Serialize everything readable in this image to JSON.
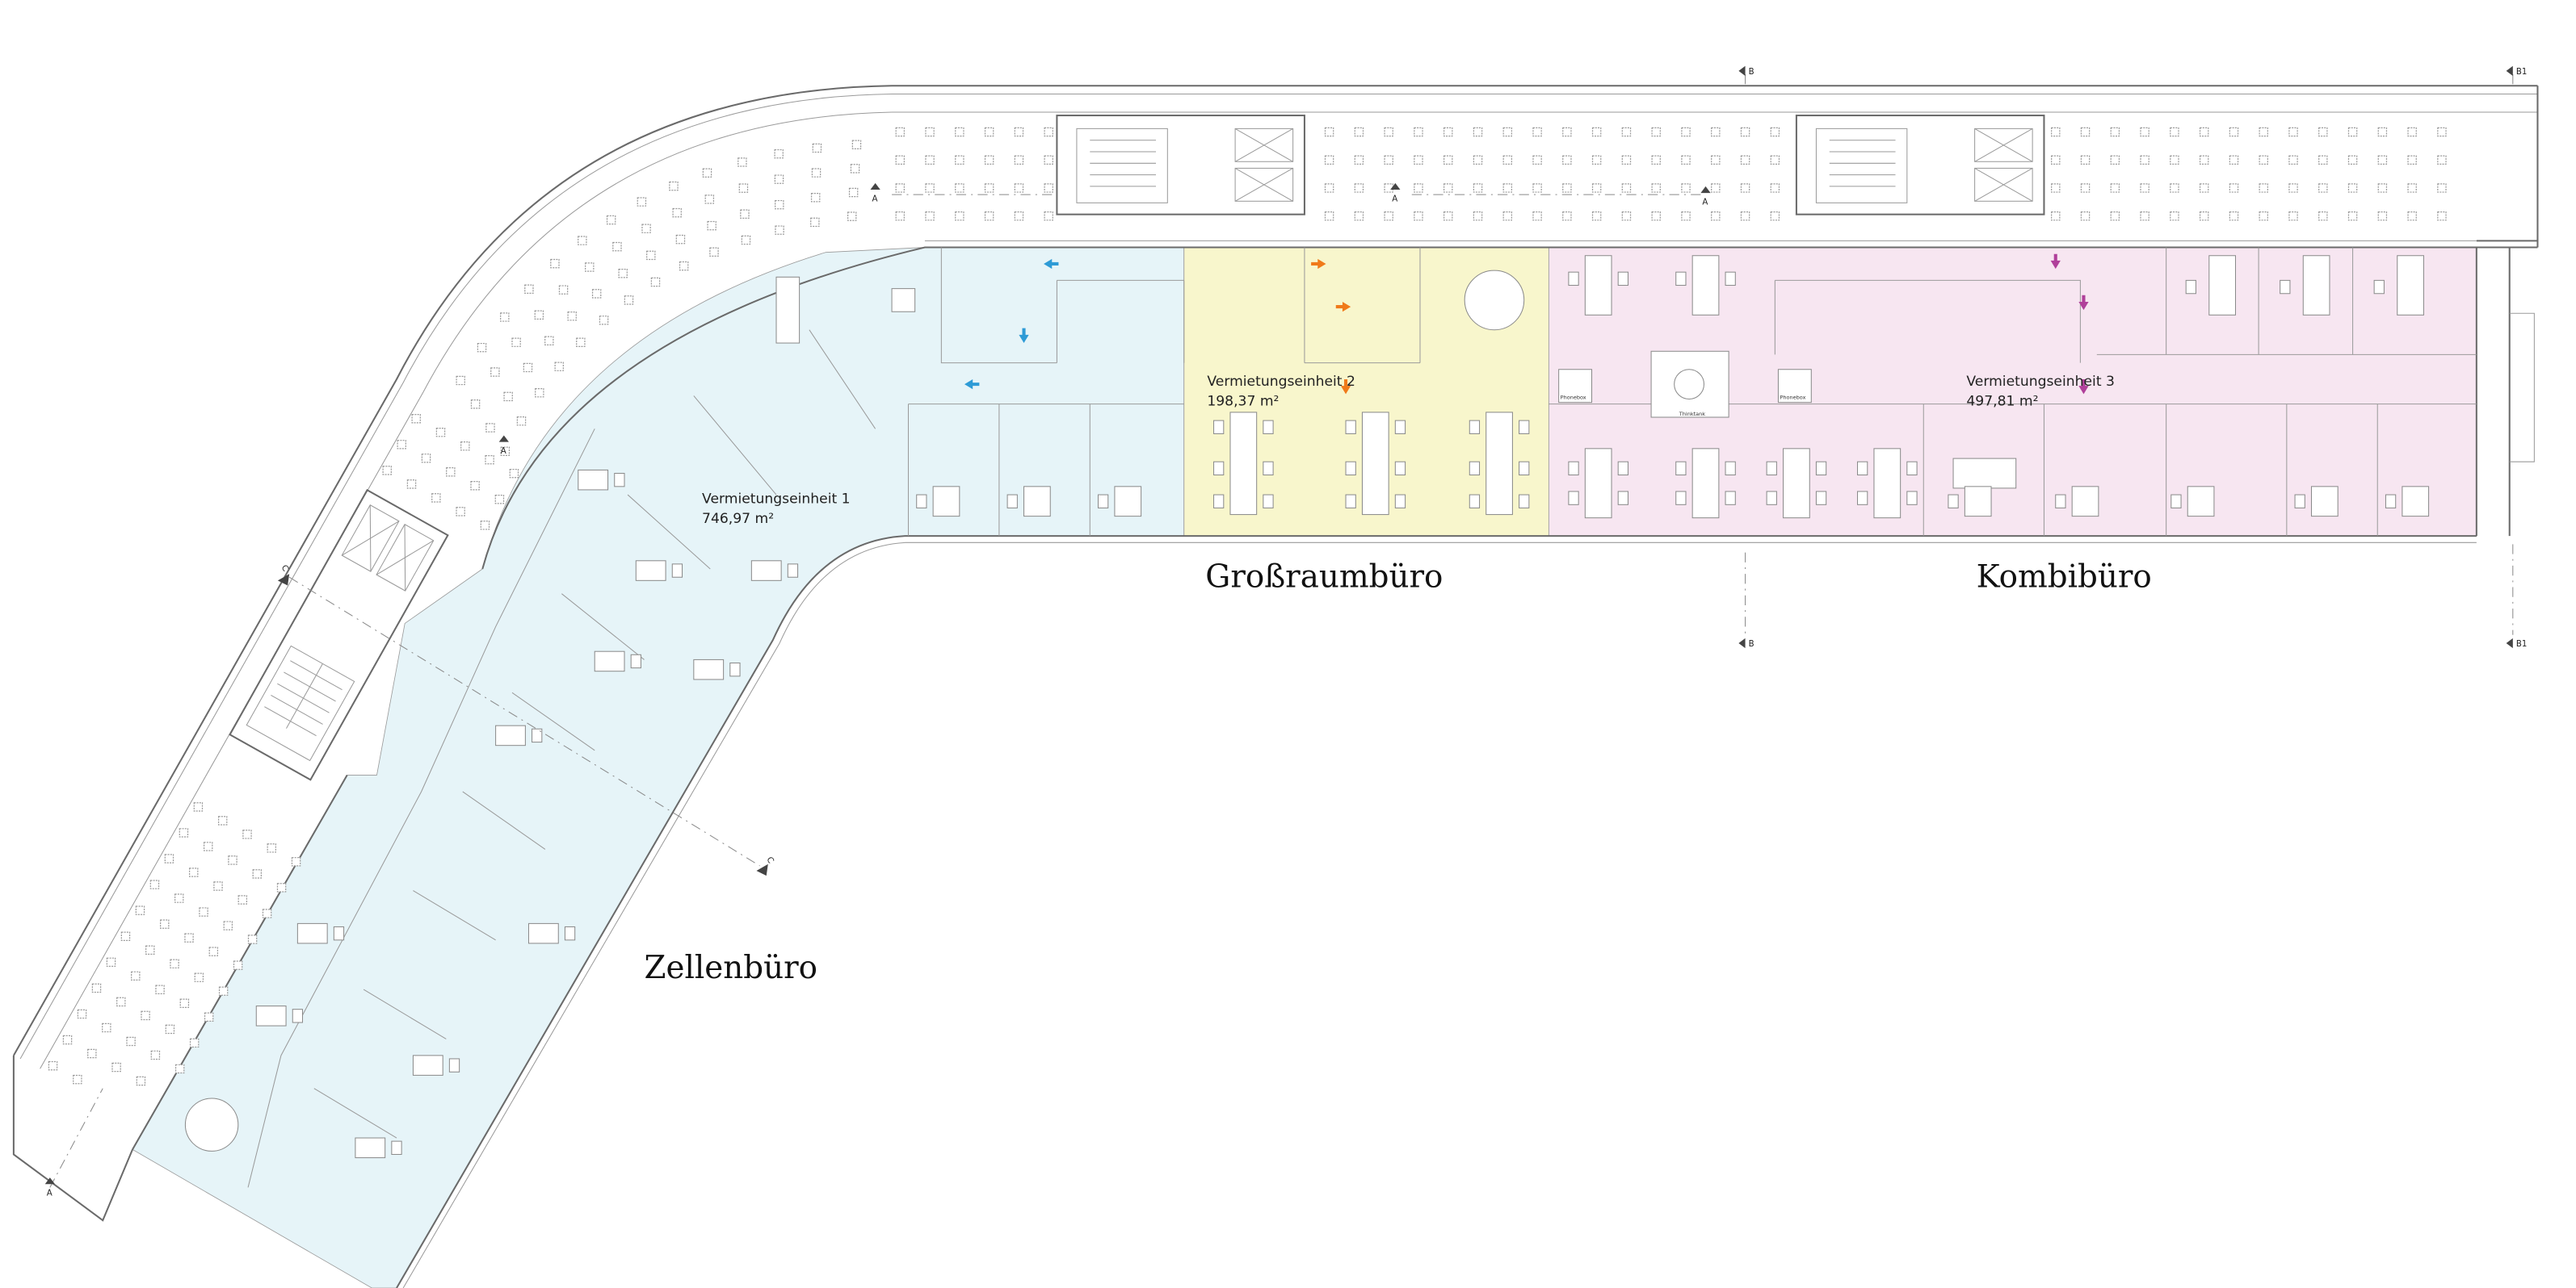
{
  "colors": {
    "unit1": "#e6f4f8",
    "unit2": "#f8f6cc",
    "unit3": "#f7e6f1",
    "arrow1": "#2e9bd6",
    "arrow2": "#f07a1a",
    "arrow3": "#b0409a"
  },
  "units": [
    {
      "name": "Vermietungseinheit 1",
      "area": "746,97 m²"
    },
    {
      "name": "Vermietungseinheit 2",
      "area": "198,37 m²"
    },
    {
      "name": "Vermietungseinheit 3",
      "area": "497,81 m²"
    }
  ],
  "zones": {
    "open_plan": "Großraumbüro",
    "combi": "Kombibüro",
    "cell": "Zellenbüro"
  },
  "rooms": {
    "phonebox": "Phonebox",
    "thinktank": "Thinktank"
  },
  "sections": {
    "a": "A",
    "b": "B",
    "b1": "B1",
    "c": "C"
  }
}
